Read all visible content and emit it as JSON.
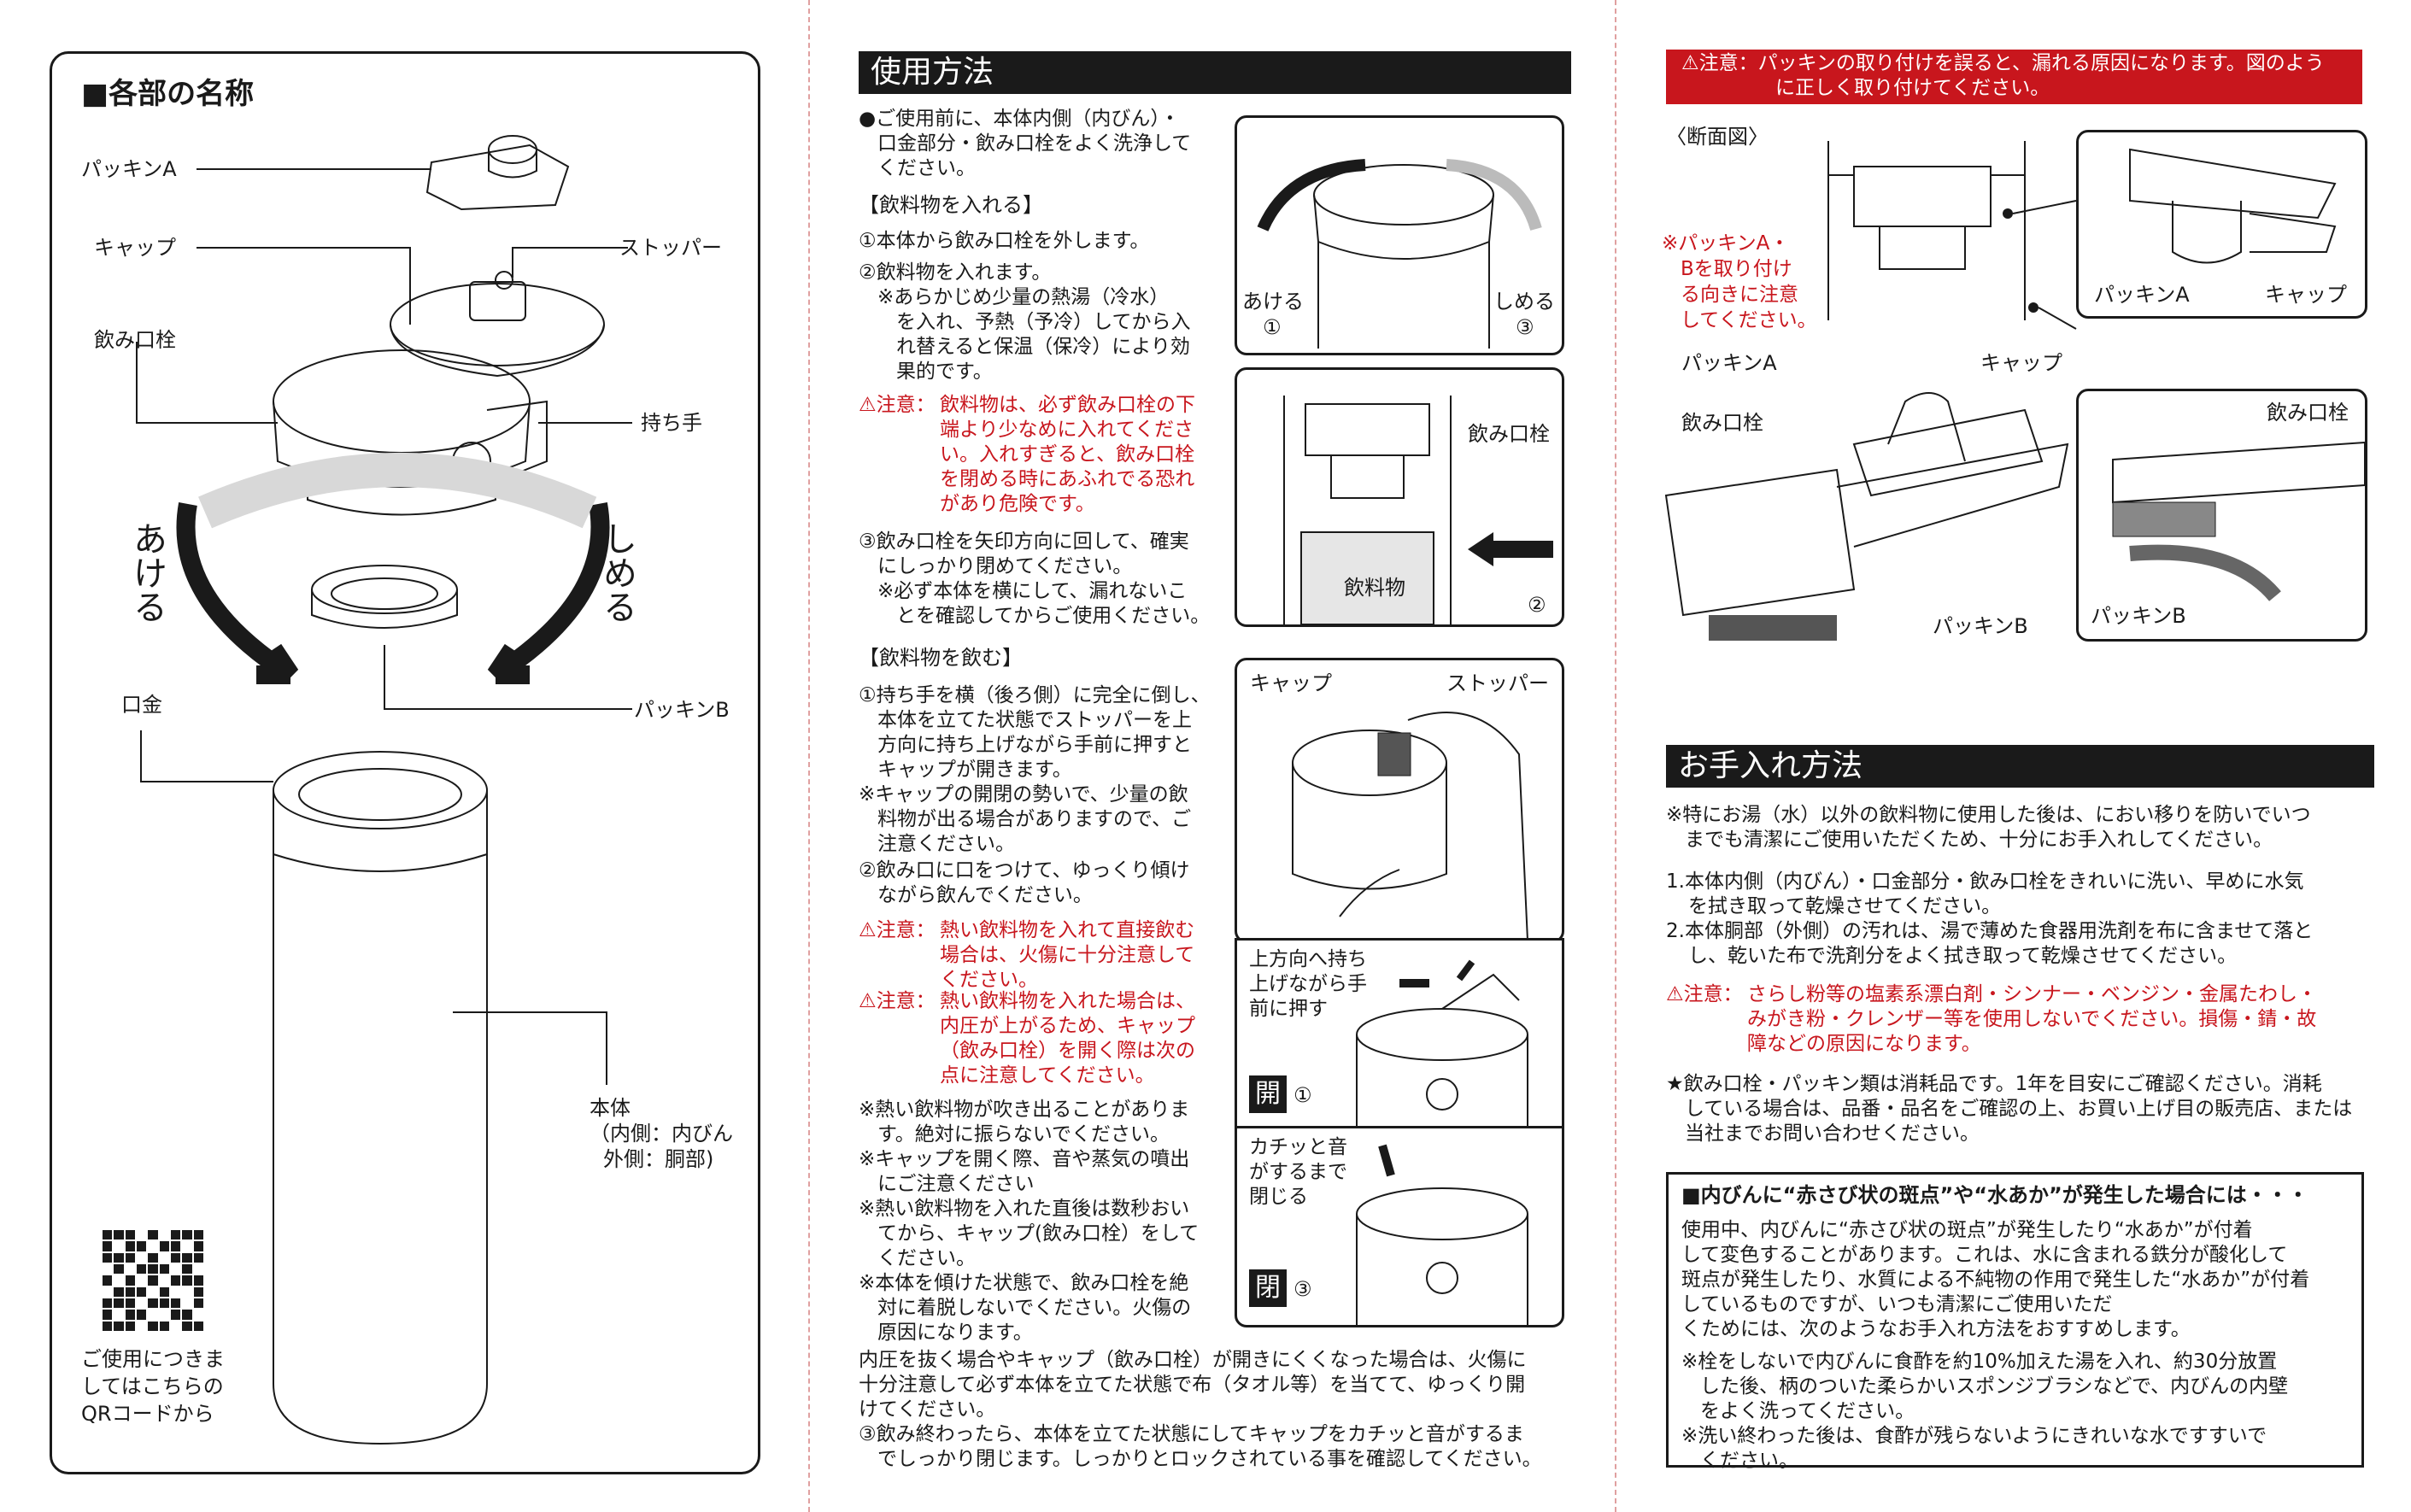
{
  "left_panel": {
    "title": "■各部の名称",
    "labels": {
      "packing_a": "パッキンA",
      "cap": "キャップ",
      "stopper": "ストッパー",
      "spout": "飲み口栓",
      "handle": "持ち手",
      "open": "あける",
      "close": "しめる",
      "packing_b": "パッキンB",
      "mouth": "口金",
      "body_title": "本体",
      "body_inner": "（内側：内びん",
      "body_outer": "外側：胴部)"
    },
    "qr_text": [
      "ご使用につきま",
      "してはこちらの",
      "QRコードから"
    ]
  },
  "middle": {
    "header": "使用方法",
    "intro": [
      "●ご使用前に、本体内側（内びん）・",
      "口金部分・飲み口栓をよく洗浄して",
      "ください。"
    ],
    "sec1_title": "【飲料物を入れる】",
    "step1": "①本体から飲み口栓を外します。",
    "step2": [
      "②飲料物を入れます。",
      "※あらかじめ少量の熱湯（冷水）",
      "を入れ、予熱（予冷）してから入",
      "れ替えると保温（保冷）により効",
      "果的です。"
    ],
    "caution1_label": "⚠注意：",
    "caution1": [
      "飲料物は、必ず飲み口栓の下",
      "端より少なめに入れてくださ",
      "い。入れすぎると、飲み口栓",
      "を閉める時にあふれでる恐れ",
      "があり危険です。"
    ],
    "step3": [
      "③飲み口栓を矢印方向に回して、確実",
      "にしっかり閉めてください。",
      "※必ず本体を横にして、漏れないこ",
      "とを確認してからご使用ください。"
    ],
    "sec2_title": "【飲料物を飲む】",
    "drink1": [
      "①持ち手を横（後ろ側）に完全に倒し、",
      "本体を立てた状態でストッパーを上",
      "方向に持ち上げながら手前に押すと",
      "キャップが開きます。",
      "※キャップの開閉の勢いで、少量の飲",
      "料物が出る場合がありますので、ご",
      "注意ください。"
    ],
    "drink2": [
      "②飲み口に口をつけて、ゆっくり傾け",
      "ながら飲んでください。"
    ],
    "caution2_label": "⚠注意：",
    "caution2": [
      "熱い飲料物を入れて直接飲む",
      "場合は、火傷に十分注意して",
      "ください。"
    ],
    "caution3_label": "⚠注意：",
    "caution3": [
      "熱い飲料物を入れた場合は、",
      "内圧が上がるため、キャップ",
      "（飲み口栓）を開く際は次の",
      "点に注意してください。"
    ],
    "notes": [
      "※熱い飲料物が吹き出ることがありま",
      "す。絶対に振らないでください。",
      "※キャップを開く際、音や蒸気の噴出",
      "にご注意ください",
      "※熱い飲料物を入れた直後は数秒おい",
      "てから、キャップ(飲み口栓）をして",
      "ください。",
      "※本体を傾けた状態で、飲み口栓を絶",
      "対に着脱しないでください。火傷の",
      "原因になります。"
    ],
    "bottom": [
      "内圧を抜く場合やキャップ（飲み口栓）が開きにくくなった場合は、火傷に",
      "十分注意して必ず本体を立てた状態で布（タオル等）を当てて、ゆっくり開",
      "けてください。",
      "③飲み終わったら、本体を立てた状態にしてキャップをカチッと音がするま",
      "でしっかり閉じます。しっかりとロックされている事を確認してください。"
    ],
    "fig1": {
      "open_label": "あける",
      "open_num": "①",
      "close_label": "しめる",
      "close_num": "③"
    },
    "fig2": {
      "spout_label": "飲み口栓",
      "drink_label": "飲料物",
      "num": "②"
    },
    "fig3": {
      "cap_label": "キャップ",
      "stopper_label": "ストッパー"
    },
    "fig4": {
      "text": [
        "上方向へ持ち",
        "上げながら手",
        "前に押す"
      ],
      "badge": "開",
      "num": "①"
    },
    "fig5": {
      "text": [
        "カチッと音",
        "がするまで",
        "閉じる"
      ],
      "badge": "閉",
      "num": "③"
    }
  },
  "right": {
    "warning_banner": [
      "⚠注意：パッキンの取り付けを誤ると、漏れる原因になります。図のよう",
      "に正しく取り付けてください。"
    ],
    "section_label": "〈断面図〉",
    "red_note": [
      "※パッキンA・",
      "Bを取り付け",
      "る向きに注意",
      "してください。"
    ],
    "diagram_labels": {
      "packing_a": "パッキンA",
      "cap": "キャップ",
      "spout": "飲み口栓",
      "packing_b": "パッキンB",
      "inset1_packing_a": "パッキンA",
      "inset1_cap": "キャップ",
      "inset2_spout": "飲み口栓",
      "inset2_packing_b": "パッキンB"
    },
    "care_header": "お手入れ方法",
    "care_intro": [
      "※特にお湯（水）以外の飲料物に使用した後は、におい移りを防いでいつ",
      "までも清潔にご使用いただくため、十分にお手入れしてください。"
    ],
    "care_steps": [
      "1.本体内側（内びん）・口金部分・飲み口栓をきれいに洗い、早めに水気",
      "を拭き取って乾燥させてください。",
      "2.本体胴部（外側）の汚れは、湯で薄めた食器用洗剤を布に含ませて落と",
      "し、乾いた布で洗剤分をよく拭き取って乾燥させてください。"
    ],
    "care_caution_label": "⚠注意：",
    "care_caution": [
      "さらし粉等の塩素系漂白剤・シンナー・ベンジン・金属たわし・",
      "みがき粉・クレンザー等を使用しないでください。損傷・錆・故",
      "障などの原因になります。"
    ],
    "consumables": [
      "★飲み口栓・パッキン類は消耗品です。1年を目安にご確認ください。消耗",
      "している場合は、品番・品名をご確認の上、お買い上げ目の販売店、または",
      "当社までお問い合わせください。"
    ],
    "box_title": "■内びんに“赤さび状の斑点”や“水あか”が発生した場合には・・・",
    "box_body": [
      "使用中、内びんに“赤さび状の斑点”が発生したり“水あか”が付着",
      "して変色することがあります。これは、水に含まれる鉄分が酸化して",
      "斑点が発生したり、水質による不純物の作用で発生した“水あか”が付着",
      "しているものですが、いつも清潔にご使用いただ",
      "くためには、次のようなお手入れ方法をおすすめします。"
    ],
    "box_notes": [
      "※栓をしないで内びんに食酢を約10%加えた湯を入れ、約30分放置",
      "した後、柄のついた柔らかいスポンジブラシなどで、内びんの内壁",
      "をよく洗ってください。",
      "※洗い終わった後は、食酢が残らないようにきれいな水ですすいで",
      "ください。"
    ]
  }
}
